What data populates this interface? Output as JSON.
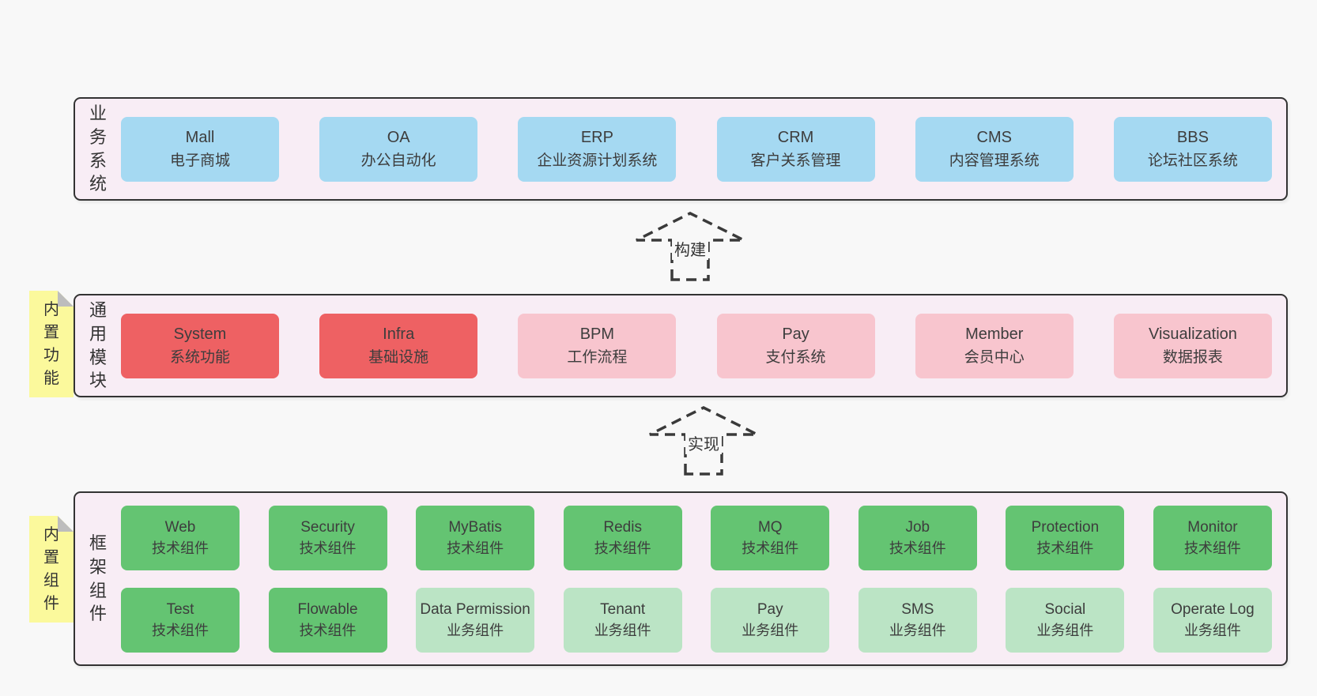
{
  "diagram": {
    "layers": [
      {
        "label": "业务系统",
        "boxes": [
          {
            "en": "Mall",
            "zh": "电子商城",
            "variant": "blue"
          },
          {
            "en": "OA",
            "zh": "办公自动化",
            "variant": "blue"
          },
          {
            "en": "ERP",
            "zh": "企业资源计划系统",
            "variant": "blue"
          },
          {
            "en": "CRM",
            "zh": "客户关系管理",
            "variant": "blue"
          },
          {
            "en": "CMS",
            "zh": "内容管理系统",
            "variant": "blue"
          },
          {
            "en": "BBS",
            "zh": "论坛社区系统",
            "variant": "blue"
          }
        ]
      },
      {
        "label": "通用模块",
        "tab": "内置功能",
        "boxes": [
          {
            "en": "System",
            "zh": "系统功能",
            "variant": "red"
          },
          {
            "en": "Infra",
            "zh": "基础设施",
            "variant": "red"
          },
          {
            "en": "BPM",
            "zh": "工作流程",
            "variant": "pink"
          },
          {
            "en": "Pay",
            "zh": "支付系统",
            "variant": "pink"
          },
          {
            "en": "Member",
            "zh": "会员中心",
            "variant": "pink"
          },
          {
            "en": "Visualization",
            "zh": "数据报表",
            "variant": "pink"
          }
        ]
      },
      {
        "label": "框架组件",
        "tab": "内置组件",
        "rows": [
          [
            {
              "en": "Web",
              "zh": "技术组件",
              "variant": "green"
            },
            {
              "en": "Security",
              "zh": "技术组件",
              "variant": "green"
            },
            {
              "en": "MyBatis",
              "zh": "技术组件",
              "variant": "green"
            },
            {
              "en": "Redis",
              "zh": "技术组件",
              "variant": "green"
            },
            {
              "en": "MQ",
              "zh": "技术组件",
              "variant": "green"
            },
            {
              "en": "Job",
              "zh": "技术组件",
              "variant": "green"
            },
            {
              "en": "Protection",
              "zh": "技术组件",
              "variant": "green"
            },
            {
              "en": "Monitor",
              "zh": "技术组件",
              "variant": "green"
            }
          ],
          [
            {
              "en": "Test",
              "zh": "技术组件",
              "variant": "green"
            },
            {
              "en": "Flowable",
              "zh": "技术组件",
              "variant": "green"
            },
            {
              "en": "Data Permission",
              "zh": "业务组件",
              "variant": "lgreen"
            },
            {
              "en": "Tenant",
              "zh": "业务组件",
              "variant": "lgreen"
            },
            {
              "en": "Pay",
              "zh": "业务组件",
              "variant": "lgreen"
            },
            {
              "en": "SMS",
              "zh": "业务组件",
              "variant": "lgreen"
            },
            {
              "en": "Social",
              "zh": "业务组件",
              "variant": "lgreen"
            },
            {
              "en": "Operate Log",
              "zh": "业务组件",
              "variant": "lgreen"
            }
          ]
        ]
      }
    ],
    "arrows": [
      {
        "label": "构建"
      },
      {
        "label": "实现"
      }
    ],
    "colors": {
      "page_bg": "#f8f8f8",
      "panel_bg": "#f8edf5",
      "panel_border": "#333333",
      "blue": "#a5d9f2",
      "red": "#ee6163",
      "pink": "#f8c5ce",
      "green": "#64c472",
      "light_green": "#bbe4c5",
      "tab_yellow": "#fbf99c",
      "tab_fold_gray": "#bdbdbd"
    }
  }
}
